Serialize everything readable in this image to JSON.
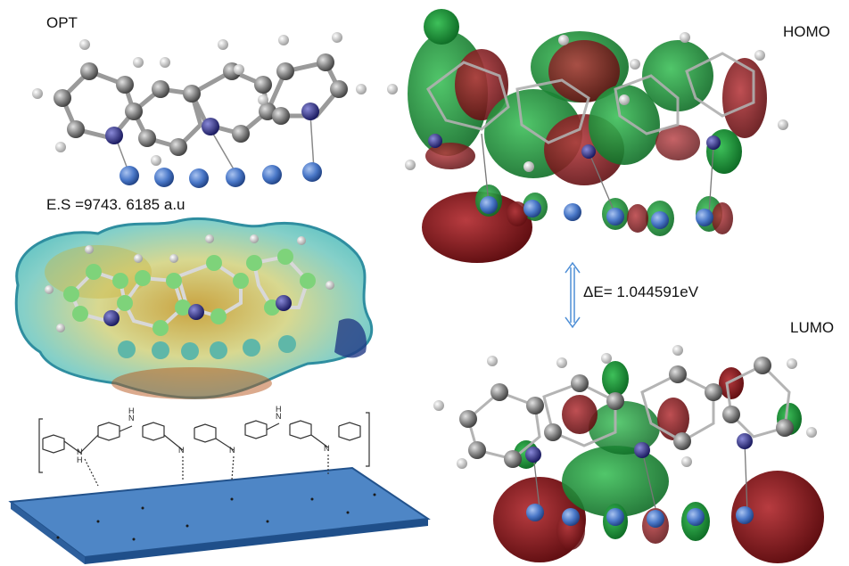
{
  "labels": {
    "opt": "OPT",
    "homo": "HOMO",
    "lumo": "LUMO",
    "es": "E.S =9743. 6185 a.u",
    "delta_e": "ΔE= 1.044591eV"
  },
  "colors": {
    "orbital_green": "#1f9a3a",
    "orbital_red": "#8e1a1e",
    "carbon": "#7d7d7d",
    "nitrogen": "#2a2a8c",
    "metal_atom": "#3a68b8",
    "hydrogen": "#eeeeee",
    "slab": "#3f74b4",
    "arrow": "#4f8fd6"
  },
  "structure": {
    "atom_label": "N",
    "hydrogen_label": "H"
  }
}
